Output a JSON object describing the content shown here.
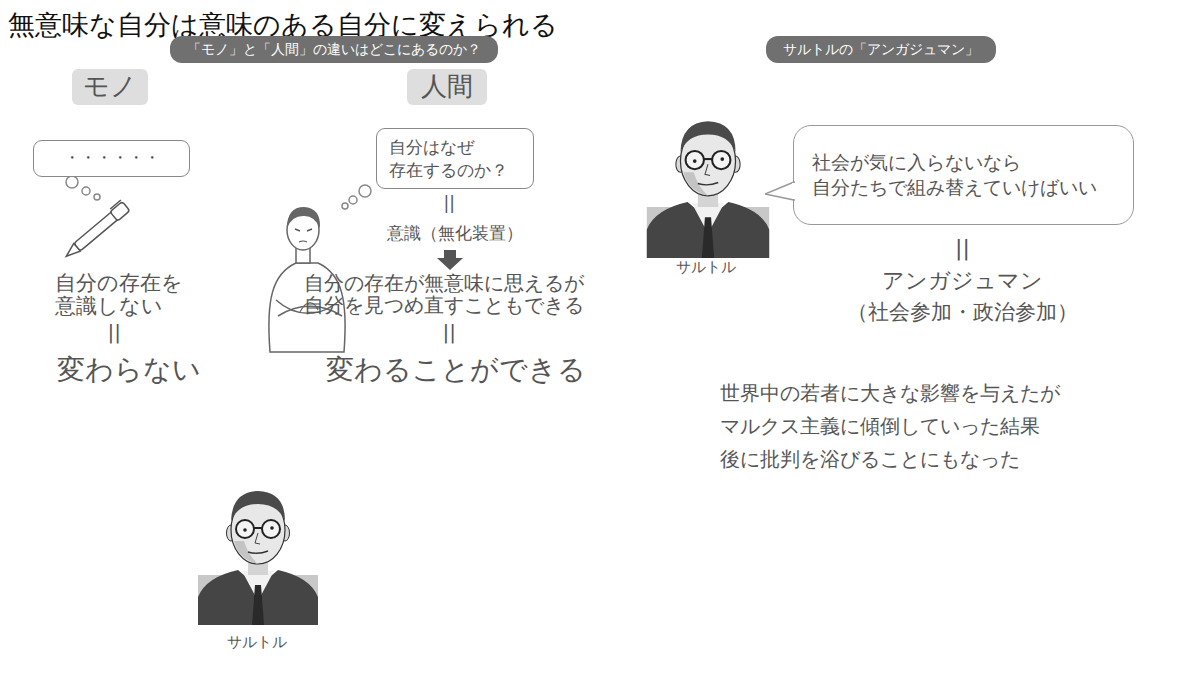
{
  "diagram": {
    "title": "無意味な自分は意味のある自分に変えられる",
    "nodes": [
      {
        "text": [
          "「モノ」と「人間」の違いはどこにあるのか？"
        ]
      },
      {
        "text": [
          "モノ"
        ]
      },
      {
        "text": [
          "人間"
        ]
      },
      {
        "text": [
          "・・・・・・"
        ]
      },
      {
        "text": [
          "自分はなぜ 存在するのか？"
        ]
      },
      {
        "text": [
          "サルトルの「アンガジュマン」"
        ]
      },
      {
        "text": [
          "社会が気に入らないなら 自分たちで組み替えていけばいい"
        ]
      }
    ],
    "labels": [
      "自分の存在を 意識しない",
      "||",
      "変わらない",
      "||",
      "意識（無化装置）",
      "自分の存在が無意味に思えるが 自分を見つめ直すこともできる",
      "||",
      "変わることができる",
      "サルトル",
      "サルトル",
      "||",
      "アンガジュマン",
      "（社会参加・政治参加）",
      "世界中の若者に大きな影響を与えたが マルクス主義に傾倒していった結果 後に批判を浴びることにもなった"
    ]
  }
}
